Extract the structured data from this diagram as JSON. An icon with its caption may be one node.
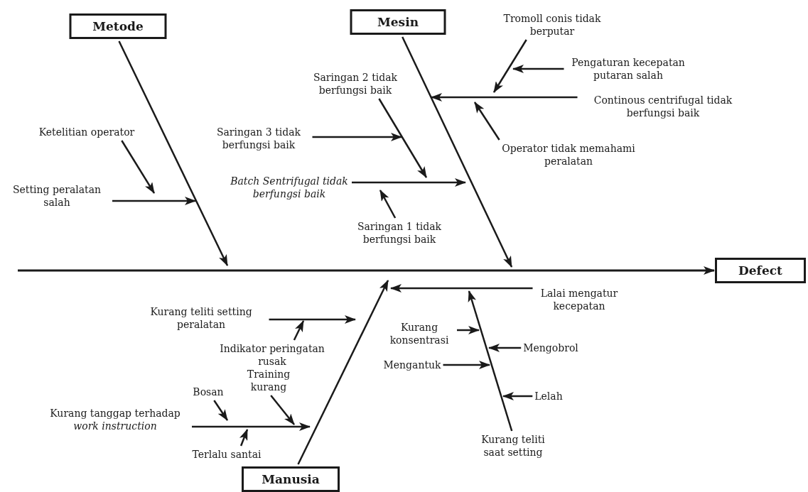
{
  "diagram": {
    "nodes": [
      {
        "text": [
          "Metode"
        ]
      },
      {
        "text": [
          "Mesin"
        ]
      },
      {
        "text": [
          "Tromoll conis tidak berputar"
        ]
      },
      {
        "text": [
          "Pengaturan kecepatan putaran salah"
        ]
      },
      {
        "text": [
          "Saringan 2 tidak berfungsi baik"
        ]
      },
      {
        "text": [
          "Continous centrifugal tidak berfungsi baik"
        ]
      },
      {
        "text": [
          "Ketelitian operator"
        ]
      },
      {
        "text": [
          "Saringan 3 tidak berfungsi baik"
        ]
      },
      {
        "text": [
          "Operator tidak memahami peralatan"
        ]
      },
      {
        "text": [
          "Setting peralatan salah"
        ]
      },
      {
        "text": [
          "Batch Sentrifugal tidak berfungsi baik"
        ]
      },
      {
        "text": [
          "Saringan 1 tidak berfungsi baik"
        ]
      },
      {
        "text": [
          "Defect"
        ]
      },
      {
        "text": [
          "Lalai mengatur kecepatan"
        ]
      },
      {
        "text": [
          "Kurang teliti setting peralatan"
        ]
      },
      {
        "text": [
          "Kurang konsentrasi"
        ]
      },
      {
        "text": [
          "Indikator peringatan rusak"
        ]
      },
      {
        "text": [
          "Mengobrol"
        ]
      },
      {
        "text": [
          "Mengantuk"
        ]
      },
      {
        "text": [
          "Training kurang"
        ]
      },
      {
        "text": [
          "Bosan"
        ]
      },
      {
        "text": [
          "Lelah"
        ]
      },
      {
        "text": [
          "Kurang tanggap terhadap *work instruction*"
        ]
      },
      {
        "text": [
          "Kurang teliti saat setting"
        ]
      },
      {
        "text": [
          "Terlalu santai"
        ]
      },
      {
        "text": [
          "Manusia"
        ]
      }
    ],
    "edges": [
      {
        "from": 0,
        "to": null,
        "arrow": "to"
      },
      {
        "from": 1,
        "to": null,
        "arrow": "to"
      },
      {
        "from": 25,
        "to": null,
        "arrow": "to"
      },
      {
        "from": null,
        "to": 12,
        "arrow": "to"
      },
      {
        "from": 6,
        "to": null,
        "arrow": "to"
      },
      {
        "from": 9,
        "to": null,
        "arrow": "to"
      },
      {
        "from": 4,
        "to": null,
        "arrow": "to"
      },
      {
        "from": 7,
        "to": null,
        "arrow": "to"
      },
      {
        "from": 10,
        "to": null,
        "arrow": "to"
      },
      {
        "from": 11,
        "to": null,
        "arrow": "to"
      },
      {
        "from": 2,
        "to": null,
        "arrow": "to"
      },
      {
        "from": 3,
        "to": null,
        "arrow": "to"
      },
      {
        "from": 5,
        "to": null,
        "arrow": "to"
      },
      {
        "from": 8,
        "to": null,
        "arrow": "to"
      },
      {
        "from": 13,
        "to": null,
        "arrow": "to"
      },
      {
        "from": 14,
        "to": null,
        "arrow": "to"
      },
      {
        "from": 15,
        "to": null,
        "arrow": "to"
      },
      {
        "from": 16,
        "to": null,
        "arrow": "to"
      },
      {
        "from": 17,
        "to": null,
        "arrow": "to"
      },
      {
        "from": 18,
        "to": null,
        "arrow": "to"
      },
      {
        "from": 19,
        "to": null,
        "arrow": "to"
      },
      {
        "from": 20,
        "to": null,
        "arrow": "to"
      },
      {
        "from": 21,
        "to": null,
        "arrow": "to"
      },
      {
        "from": 22,
        "to": null,
        "arrow": "to"
      },
      {
        "from": 23,
        "to": null,
        "arrow": "to"
      },
      {
        "from": 24,
        "to": null,
        "arrow": "to"
      }
    ]
  }
}
